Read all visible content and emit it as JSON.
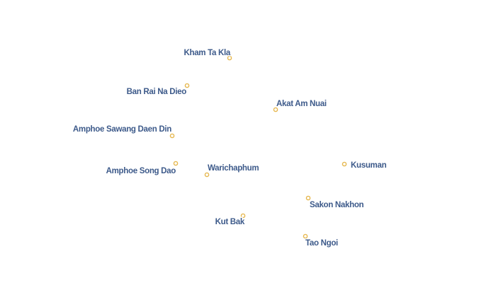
{
  "map": {
    "marker_color": "#e6b850",
    "label_color": "#3d5a8a",
    "places": [
      {
        "name": "Kham Ta Kla"
      },
      {
        "name": "Ban Rai Na Dieo"
      },
      {
        "name": "Akat Am Nuai"
      },
      {
        "name": "Amphoe Sawang Daen Din"
      },
      {
        "name": "Amphoe Song Dao"
      },
      {
        "name": "Warichaphum"
      },
      {
        "name": "Kusuman"
      },
      {
        "name": "Sakon Nakhon"
      },
      {
        "name": "Kut Bak"
      },
      {
        "name": "Tao Ngoi"
      }
    ]
  }
}
